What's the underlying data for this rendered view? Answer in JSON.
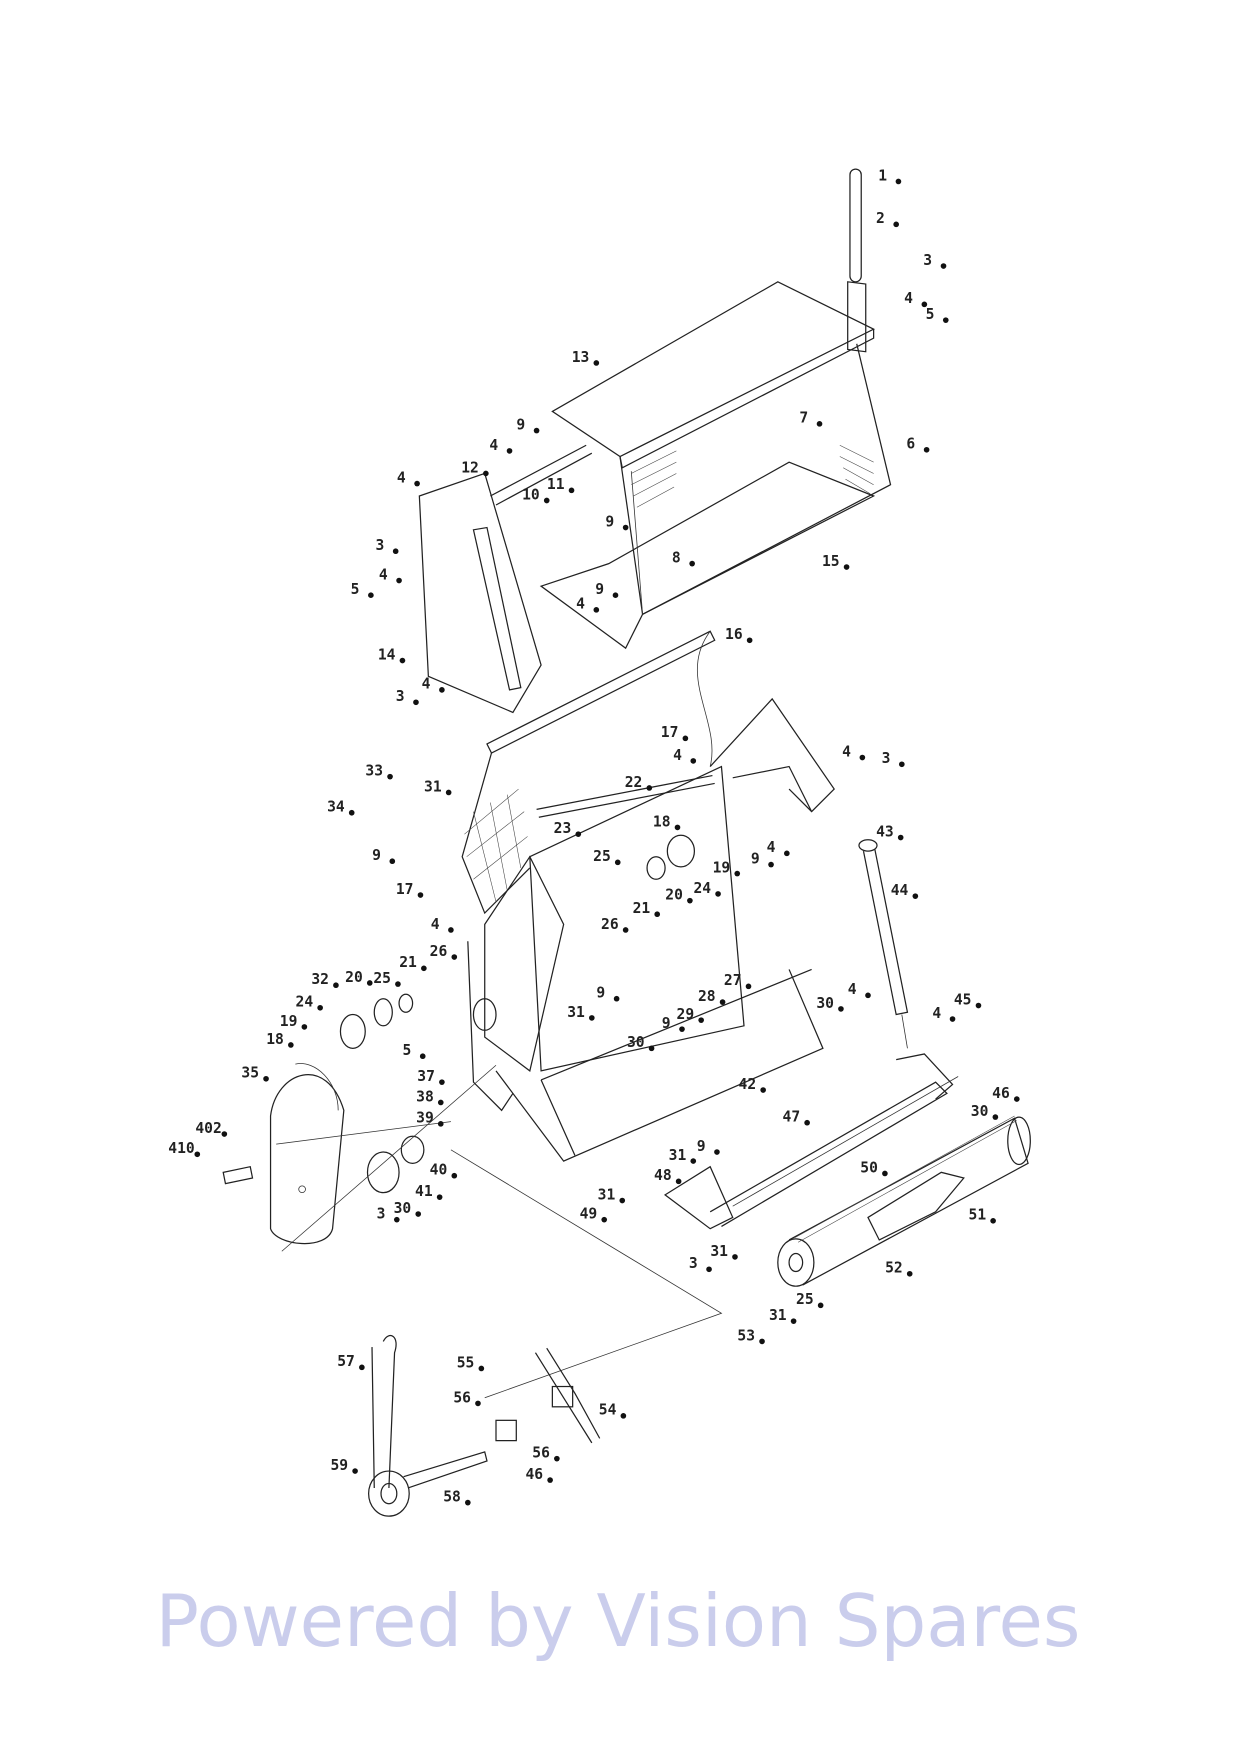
{
  "watermark": "Powered by Vision Spares",
  "parts": [
    "1",
    "2",
    "3",
    "4",
    "5",
    "13",
    "7",
    "6",
    "9",
    "4",
    "12",
    "10",
    "11",
    "9",
    "4",
    "3",
    "4",
    "5",
    "8",
    "15",
    "9",
    "4",
    "14",
    "16",
    "4",
    "3",
    "17",
    "4",
    "4",
    "3",
    "33",
    "31",
    "22",
    "34",
    "18",
    "4",
    "23",
    "25",
    "9",
    "19",
    "43",
    "9",
    "20",
    "24",
    "21",
    "17",
    "4",
    "26",
    "44",
    "26",
    "21",
    "20",
    "25",
    "32",
    "24",
    "19",
    "18",
    "9",
    "31",
    "27",
    "28",
    "29",
    "9",
    "30",
    "4",
    "45",
    "30",
    "4",
    "5",
    "37",
    "38",
    "39",
    "35",
    "42",
    "46",
    "30",
    "47",
    "402",
    "410",
    "9",
    "31",
    "48",
    "50",
    "40",
    "41",
    "30",
    "3",
    "31",
    "49",
    "51",
    "31",
    "3",
    "52",
    "25",
    "31",
    "53",
    "55",
    "57",
    "56",
    "54",
    "56",
    "46",
    "59",
    "58"
  ]
}
